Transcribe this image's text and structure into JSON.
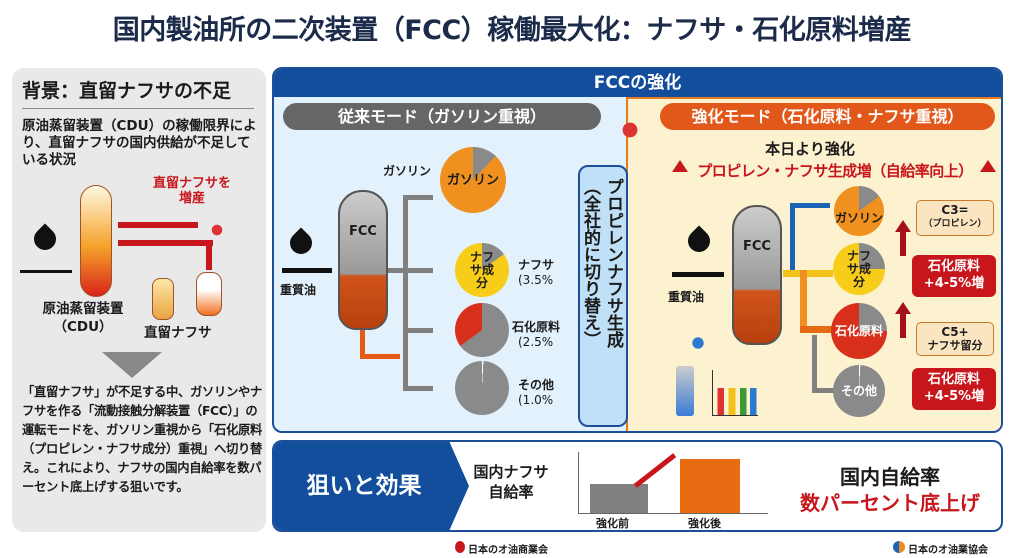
{
  "title": "国内製油所の二次装置（FCC）稼働最大化：ナフサ・石化原料増産",
  "background": {
    "heading": "背景：直留ナフサの不足",
    "summary": "原油蒸留装置（CDU）の稼働限界により、直留ナフサの国内供給が不足している状況",
    "increase_label": "直留ナフサを増産",
    "cdu_label": "原油蒸留装置（CDU）",
    "naphtha_label": "直留ナフサ",
    "description": "「直留ナフサ」が不足する中、ガソリンやナフサを作る「流動接触分解装置（FCC）」の運転モードを、ガソリン重視から「石化原料（プロピレン・ナフサ成分）重視」へ切り替え。これにより、ナフサの国内自給率を数パーセント底上げする狙いです。"
  },
  "fcc": {
    "header": "FCCの強化",
    "conventional": {
      "mode_label": "従来モード（ガソリン重視）",
      "feed_label": "重質油",
      "reactor_label": "FCC",
      "outputs": [
        {
          "name": "ガソリン",
          "pie_label": "ガソリン",
          "share": 0.88,
          "color": "#f0901e"
        },
        {
          "name": "ナフサ",
          "pie_label": "ナフサ成分",
          "value": "(3.5%",
          "share": 0.85,
          "color": "#f7cd1a"
        },
        {
          "name": "石化原料",
          "value": "(2.5%",
          "share": 0.35,
          "color": "#d9301c"
        },
        {
          "name": "その他",
          "value": "(1.0%",
          "share": 0.01,
          "color": "#888888"
        }
      ]
    },
    "switch": {
      "line1": "プロピレンナフサ生成",
      "line2": "（全社的に切り替え）"
    },
    "enhanced": {
      "mode_label": "強化モード（石化原料・ナフサ重視）",
      "start_label": "本日より強化",
      "headline": "プロピレン・ナフサ生成増（自給率向上）",
      "feed_label": "重質油",
      "reactor_label": "FCC",
      "outputs": [
        {
          "pie_label": "ガソリン",
          "share": 0.85,
          "color": "#f0901e"
        },
        {
          "pie_label": "ナフサ成分",
          "share": 0.75,
          "color": "#f7cd1a"
        },
        {
          "pie_label": "石化原料",
          "share": 0.75,
          "color": "#d9301c"
        },
        {
          "pie_label": "その他",
          "share": 0.01,
          "color": "#888888"
        }
      ],
      "callouts": [
        {
          "title": "C3=",
          "sub": "（プロピレン）"
        },
        {
          "title": "C5+",
          "sub": "ナフサ留分"
        }
      ],
      "increases": [
        {
          "line1": "石化原料",
          "line2": "+4-5%増"
        },
        {
          "line1": "石化原料",
          "line2": "+4-5%増"
        }
      ]
    }
  },
  "effect": {
    "heading": "狙いと効果",
    "metric": "国内ナフサ自給率",
    "bars": [
      {
        "label": "強化前",
        "value": 0.45,
        "color": "#808080"
      },
      {
        "label": "強化後",
        "value": 0.85,
        "color": "#ea6c12"
      }
    ],
    "result_line1": "国内自給率",
    "result_line2": "数パーセント底上げ"
  },
  "footer": {
    "org1": "日本のオ油商業会",
    "org2": "日本のオ油業協会"
  }
}
